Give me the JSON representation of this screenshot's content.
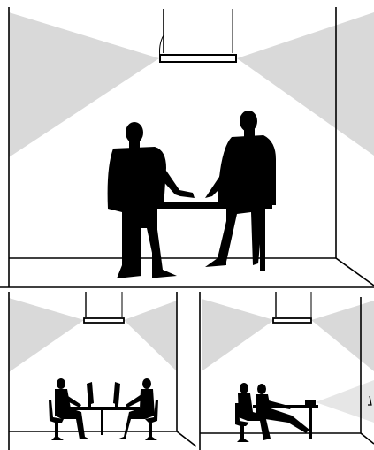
{
  "illustration": {
    "panels": [
      {
        "id": "top-panel",
        "scene": "two-men-standing-at-table",
        "lighting": "ceiling-pendant-uplight"
      },
      {
        "id": "bottom-left-panel",
        "scene": "two-people-seated-at-monitors",
        "lighting": "ceiling-pendant-uplight"
      },
      {
        "id": "bottom-right-panel",
        "scene": "two-people-seated-with-projector",
        "lighting": "ceiling-pendant-uplight"
      }
    ],
    "colors": {
      "background": "#ffffff",
      "light_beam": "#d9d9d9",
      "silhouette": "#000000",
      "line": "#000000"
    }
  }
}
